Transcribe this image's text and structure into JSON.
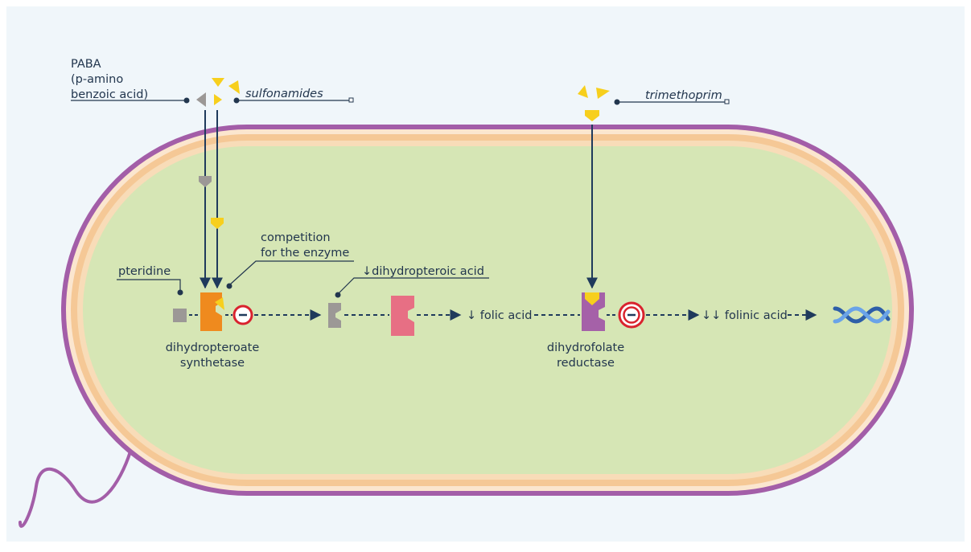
{
  "labels": {
    "paba_line1": "PABA",
    "paba_line2": "(p-amino",
    "paba_line3": "benzoic acid)",
    "sulfonamides": "sulfonamides",
    "trimethoprim": "trimethoprim",
    "competition_line1": "competition",
    "competition_line2": "for the enzyme",
    "pteridine": "pteridine",
    "dihydropteroic_acid": "↓dihydropteroic acid",
    "folic_acid": "↓ folic acid",
    "folinic_acid": "↓↓ folinic acid",
    "dhps_line1": "dihydropteroate",
    "dhps_line2": "synthetase",
    "dhfr_line1": "dihydrofolate",
    "dhfr_line2": "reductase"
  },
  "colors": {
    "page_bg": "#f0f6fa",
    "cell_membrane_outer": "#a35ea8",
    "cell_wall": "#f5c896",
    "cytoplasm": "#d6e6b5",
    "arrow": "#1f3a5c",
    "paba": "#9c9896",
    "drug": "#f7cf1d",
    "dhps_enzyme": "#ef8a1e",
    "intermediate_enzyme": "#e76f84",
    "dhfr_enzyme": "#a561a8",
    "inhibition_ring": "#d9232e",
    "dna": "#3d74c7"
  },
  "icons": {
    "inhibitor_symbol": "minus-circle-icon",
    "dna_symbol": "dna-helix-icon"
  }
}
